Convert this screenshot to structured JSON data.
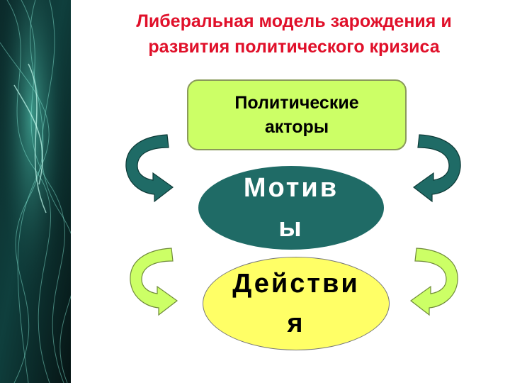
{
  "title": {
    "line1": "Либеральная модель зарождения и",
    "line2": "развития политического кризиса"
  },
  "nodes": {
    "actors": "Политические акторы",
    "motives": "Мотивы",
    "actions": "Действия"
  },
  "colors": {
    "title": "#e0102a",
    "actors_fill": "#ccff66",
    "motives_fill": "#1f6b66",
    "actions_fill": "#ffff66",
    "dark_arrow": "#1f6b66",
    "light_arrow": "#ccff66"
  },
  "icons": {
    "top_left": "curved-arrow-down-right-icon",
    "top_right": "curved-arrow-down-left-icon",
    "bottom_left": "curved-arrow-down-right-icon",
    "bottom_right": "curved-arrow-down-left-icon"
  }
}
